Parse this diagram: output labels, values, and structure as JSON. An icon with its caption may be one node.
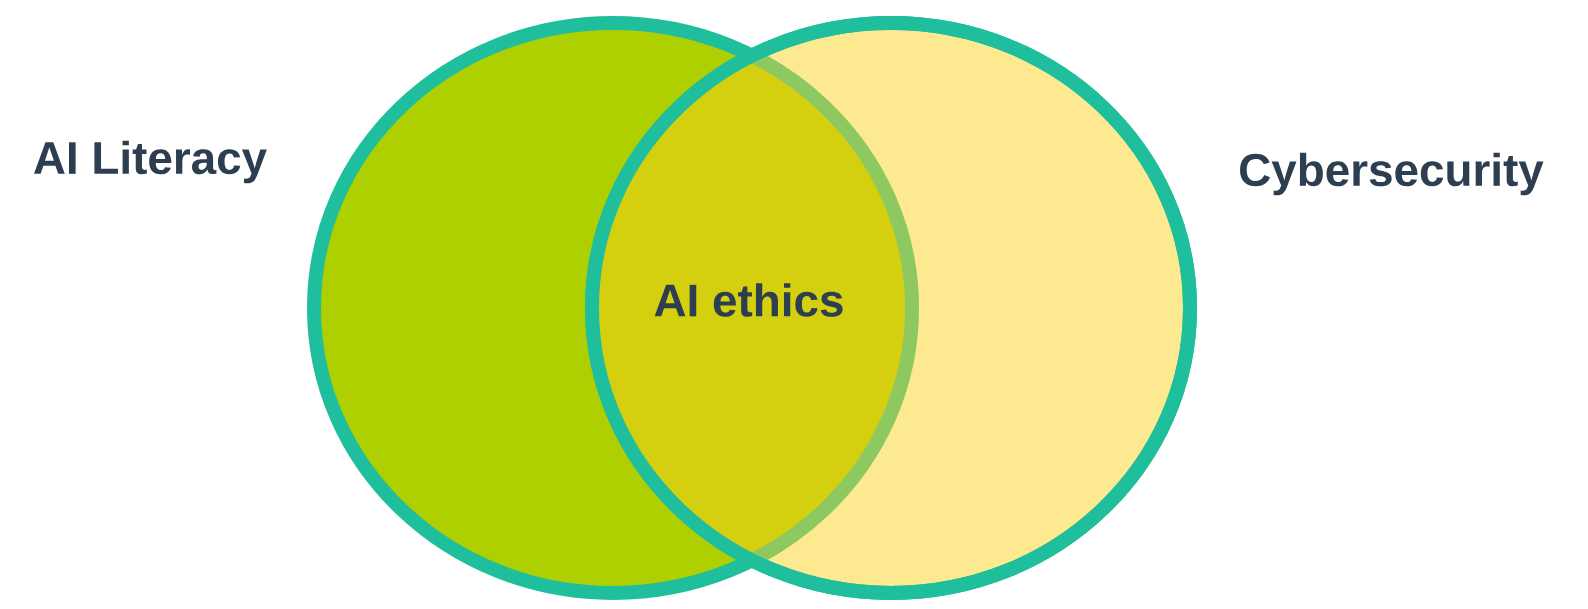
{
  "diagram": {
    "nodes": [
      {
        "text": [
          "AI Literacy"
        ]
      },
      {
        "text": [
          "Cybersecurity"
        ]
      }
    ],
    "labels": [
      "AI ethics"
    ]
  }
}
